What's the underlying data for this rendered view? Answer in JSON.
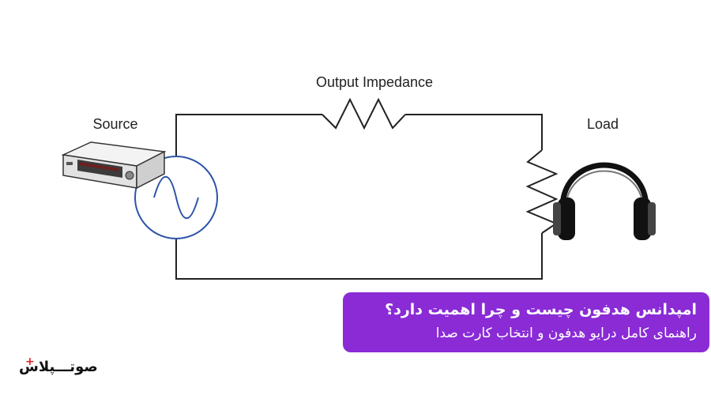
{
  "diagram": {
    "labels": {
      "output_impedance": "Output Impedance",
      "source": "Source",
      "load": "Load"
    },
    "colors": {
      "wire": "#222222",
      "source_circle": "#2d54a8",
      "device": "#e5e5e5"
    }
  },
  "banner": {
    "title": "امپدانس هدفون چیست و چرا اهمیت دارد؟",
    "subtitle": "راهنمای کامل درایو هدفون و انتخاب کارت صدا",
    "color": "#8a2bd6"
  },
  "logo": {
    "text": "صوتـــپلاس",
    "plus": "+",
    "accent": "#e0222a"
  }
}
